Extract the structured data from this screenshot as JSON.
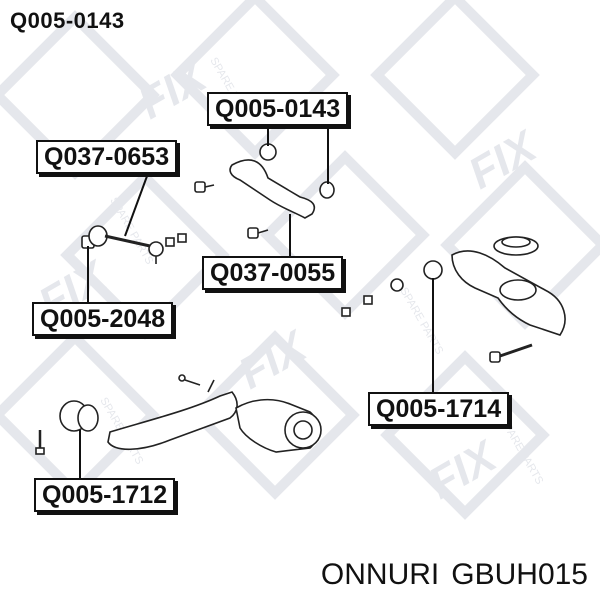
{
  "header": {
    "title": "Q005-0143"
  },
  "footer": {
    "brand": "ONNURI",
    "part_number": "GBUH015"
  },
  "watermark": {
    "logo_text": "FIX",
    "tagline": "SPARE PARTS"
  },
  "labels": {
    "upper_right": "Q005-0143",
    "upper_left": "Q037-0653",
    "middle": "Q037-0055",
    "left_mid": "Q005-2048",
    "right_lower": "Q005-1714",
    "left_lower": "Q005-1712"
  }
}
